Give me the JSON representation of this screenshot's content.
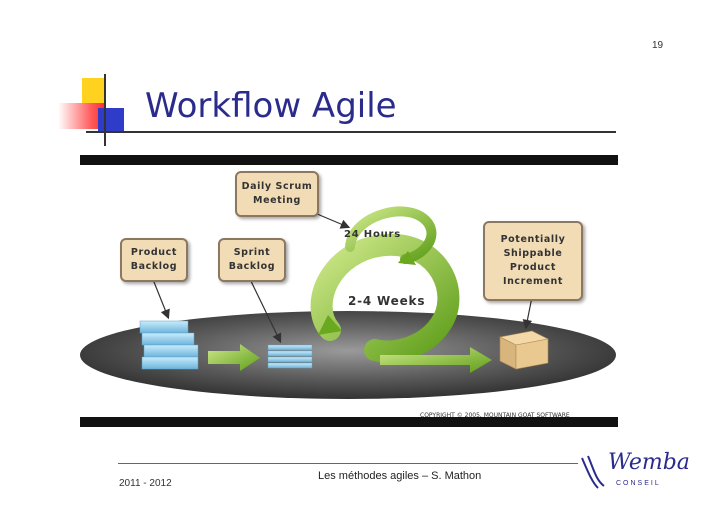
{
  "slide": {
    "number": "19",
    "title": "Workflow Agile"
  },
  "diagram": {
    "daily_scrum": "Daily Scrum\nMeeting",
    "product_backlog": "Product\nBacklog",
    "sprint_backlog": "Sprint\nBacklog",
    "potentially_shippable": "Potentially\nShippable\nProduct\nIncrement",
    "label_24h": "24 Hours",
    "label_weeks": "2-4 Weeks",
    "copyright": "COPYRIGHT © 2005, MOUNTAIN GOAT SOFTWARE"
  },
  "footer": {
    "years": "2011 - 2012",
    "center": "Les méthodes agiles – S. Mathon"
  },
  "logo": {
    "name": "Wemba",
    "subtitle": "CONSEIL"
  },
  "colors": {
    "title": "#2b2b8c",
    "arrow_green": "#7fbf2a",
    "note_fill": "#f1dcb6",
    "block_blue": "#8ccbe8",
    "box_tan": "#e7c48a"
  }
}
